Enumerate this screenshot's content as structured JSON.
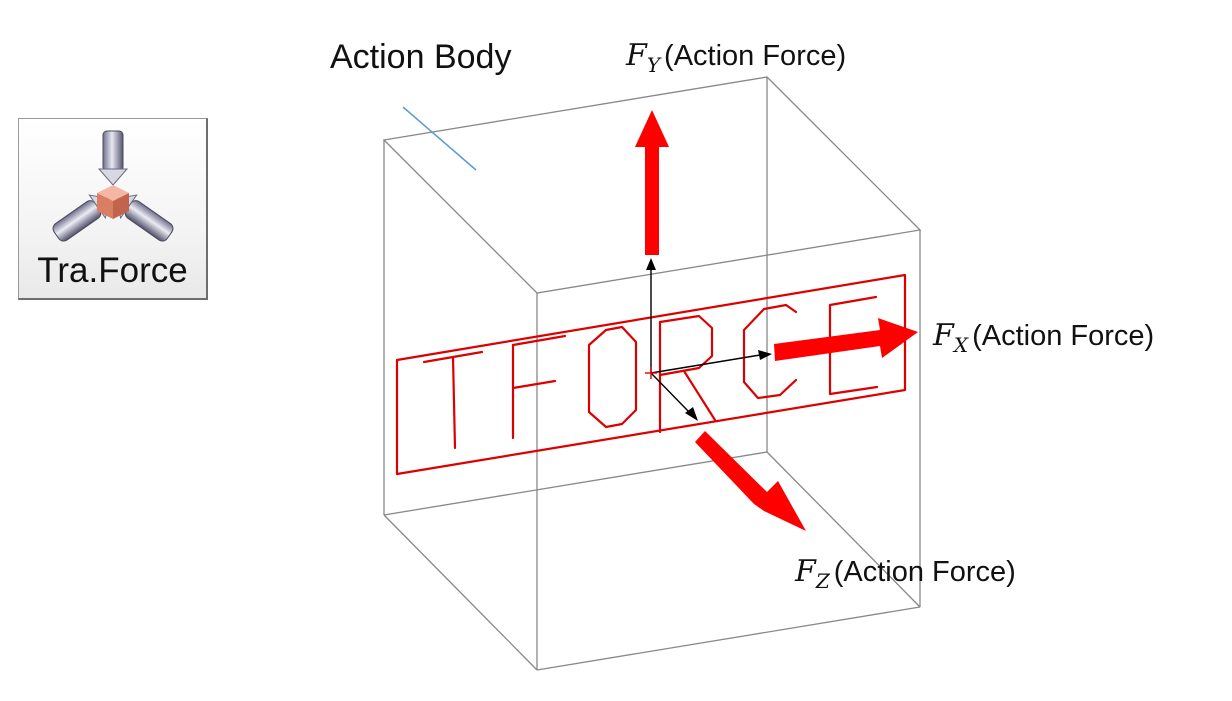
{
  "toolbar": {
    "label": "Tra.Force",
    "icon": "translational-force-icon"
  },
  "diagram": {
    "body_label": "Action Body",
    "plate_text": "TFORCE",
    "forces": [
      {
        "symbol": "F",
        "subscript": "Y",
        "note": "(Action Force)"
      },
      {
        "symbol": "F",
        "subscript": "X",
        "note": "(Action Force)"
      },
      {
        "symbol": "F",
        "subscript": "Z",
        "note": "(Action Force)"
      }
    ]
  },
  "colors": {
    "force_arrow": "#ff0000",
    "tforce_marker": "#dd0000",
    "box_edge": "#888888",
    "leader_line": "#5a9bd5",
    "axis": "#000000"
  }
}
